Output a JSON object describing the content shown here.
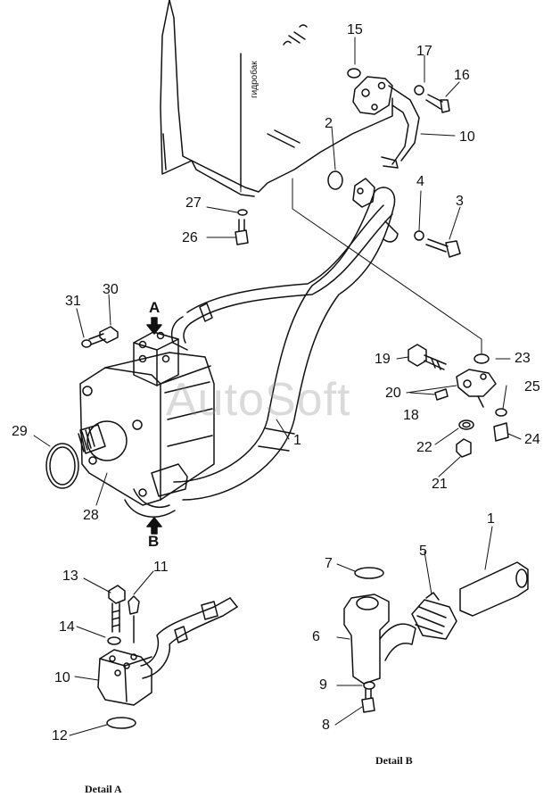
{
  "diagram": {
    "tank_label": "гидробак",
    "watermark": "AutoSoft",
    "view_markers": {
      "a": "A",
      "b": "B"
    },
    "detail_captions": {
      "a": "Detail A",
      "b": "Detail B"
    },
    "callouts": {
      "n1": "1",
      "n2": "2",
      "n3": "3",
      "n4": "4",
      "n5": "5",
      "n6": "6",
      "n7": "7",
      "n8": "8",
      "n9": "9",
      "n10": "10",
      "n11": "11",
      "n12": "12",
      "n13": "13",
      "n14": "14",
      "n15": "15",
      "n16": "16",
      "n17": "17",
      "n18": "18",
      "n19": "19",
      "n20": "20",
      "n21": "21",
      "n22": "22",
      "n23": "23",
      "n24": "24",
      "n25": "25",
      "n26": "26",
      "n27": "27",
      "n28": "28",
      "n29": "29",
      "n30": "30",
      "n31": "31"
    },
    "colors": {
      "ink": "#111111",
      "paper": "#ffffff",
      "watermark": "#969696"
    }
  }
}
